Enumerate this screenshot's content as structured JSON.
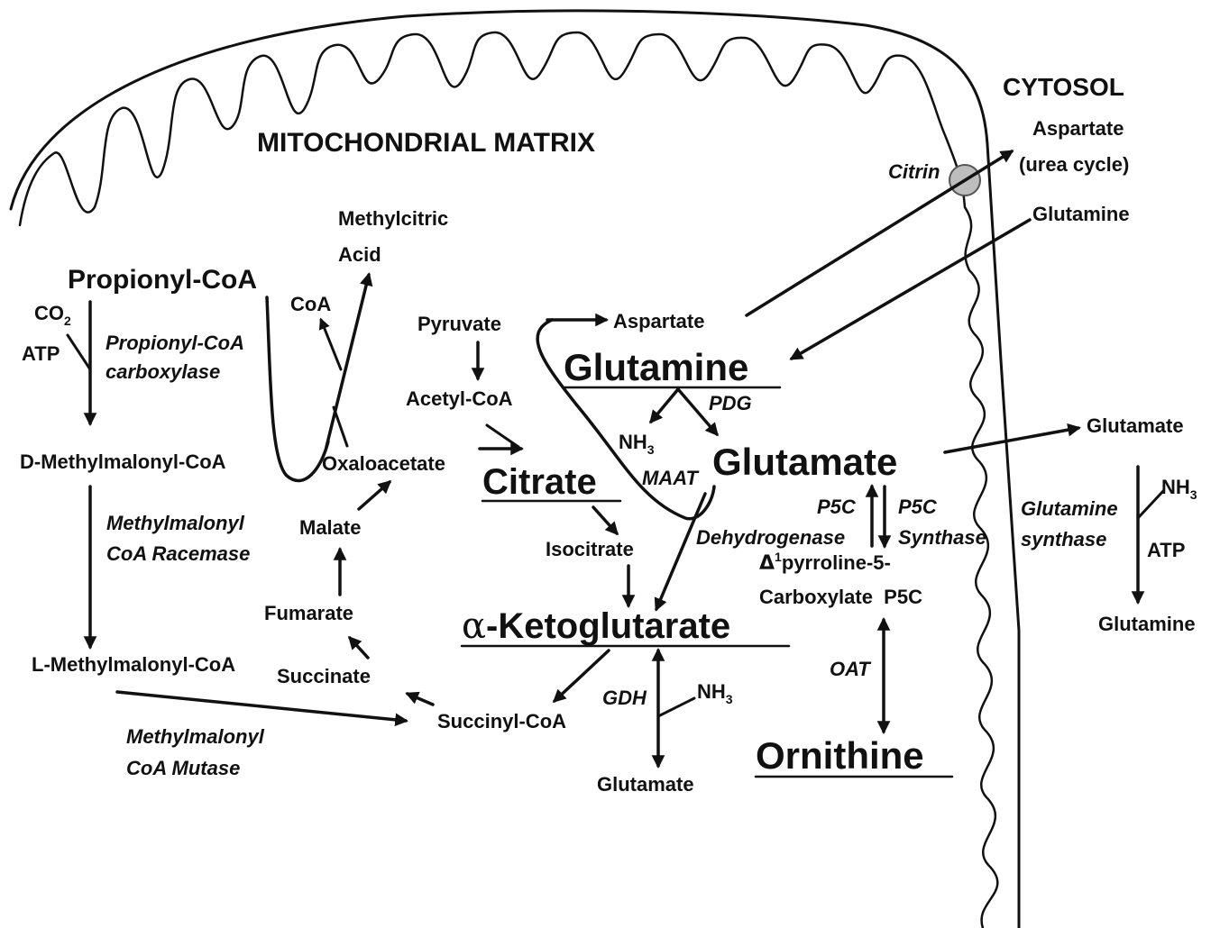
{
  "regions": {
    "matrix": "MITOCHONDRIAL MATRIX",
    "cytosol": "CYTOSOL"
  },
  "transporter": {
    "label": "Citrin",
    "color": "#bdbdbd"
  },
  "metabolites": {
    "propionyl_coa": "Propionyl-CoA",
    "co2": "CO",
    "co2_sub": "2",
    "atp_left": "ATP",
    "d_methylmalonyl": "D-Methylmalonyl-CoA",
    "l_methylmalonyl": "L-Methylmalonyl-CoA",
    "methylcitric_1": "Methylcitric",
    "methylcitric_2": "Acid",
    "coa": "CoA",
    "oxaloacetate": "Oxaloacetate",
    "malate": "Malate",
    "fumarate": "Fumarate",
    "succinate": "Succinate",
    "succinyl_coa": "Succinyl-CoA",
    "pyruvate": "Pyruvate",
    "acetyl_coa": "Acetyl-CoA",
    "citrate": "Citrate",
    "isocitrate": "Isocitrate",
    "akg_alpha": "α",
    "akg": "-Ketoglutarate",
    "glutamate_bottom": "Glutamate",
    "aspartate_matrix": "Aspartate",
    "glutamine_matrix": "Glutamine",
    "nh3_top": "NH",
    "nh3_top_sub": "3",
    "glutamate_matrix": "Glutamate",
    "nh3_gdh": "NH",
    "nh3_gdh_sub": "3",
    "p5c_1_delta": "Δ",
    "p5c_1_sup": "1",
    "p5c_1": "pyrroline-5-",
    "p5c_2": "Carboxylate  P5C",
    "ornithine": "Ornithine",
    "aspartate_cytosol_1": "Aspartate",
    "aspartate_cytosol_2": "(urea cycle)",
    "glutamine_cytosol": "Glutamine",
    "glutamate_cytosol": "Glutamate",
    "nh3_right": "NH",
    "nh3_right_sub": "3",
    "atp_right": "ATP",
    "glutamine_bottom_right": "Glutamine"
  },
  "enzymes": {
    "pcc_1": "Propionyl-CoA",
    "pcc_2": "carboxylase",
    "mcr_1": "Methylmalonyl",
    "mcr_2": "CoA Racemase",
    "mcm_1": "Methylmalonyl",
    "mcm_2": "CoA Mutase",
    "pdg": "PDG",
    "maat": "MAAT",
    "gdh": "GDH",
    "p5cdh_1": "P5C",
    "p5cdh_2": "Dehydrogenase",
    "p5cs_1": "P5C",
    "p5cs_2": "Synthase",
    "oat": "OAT",
    "gs_1": "Glutamine",
    "gs_2": "synthase"
  }
}
